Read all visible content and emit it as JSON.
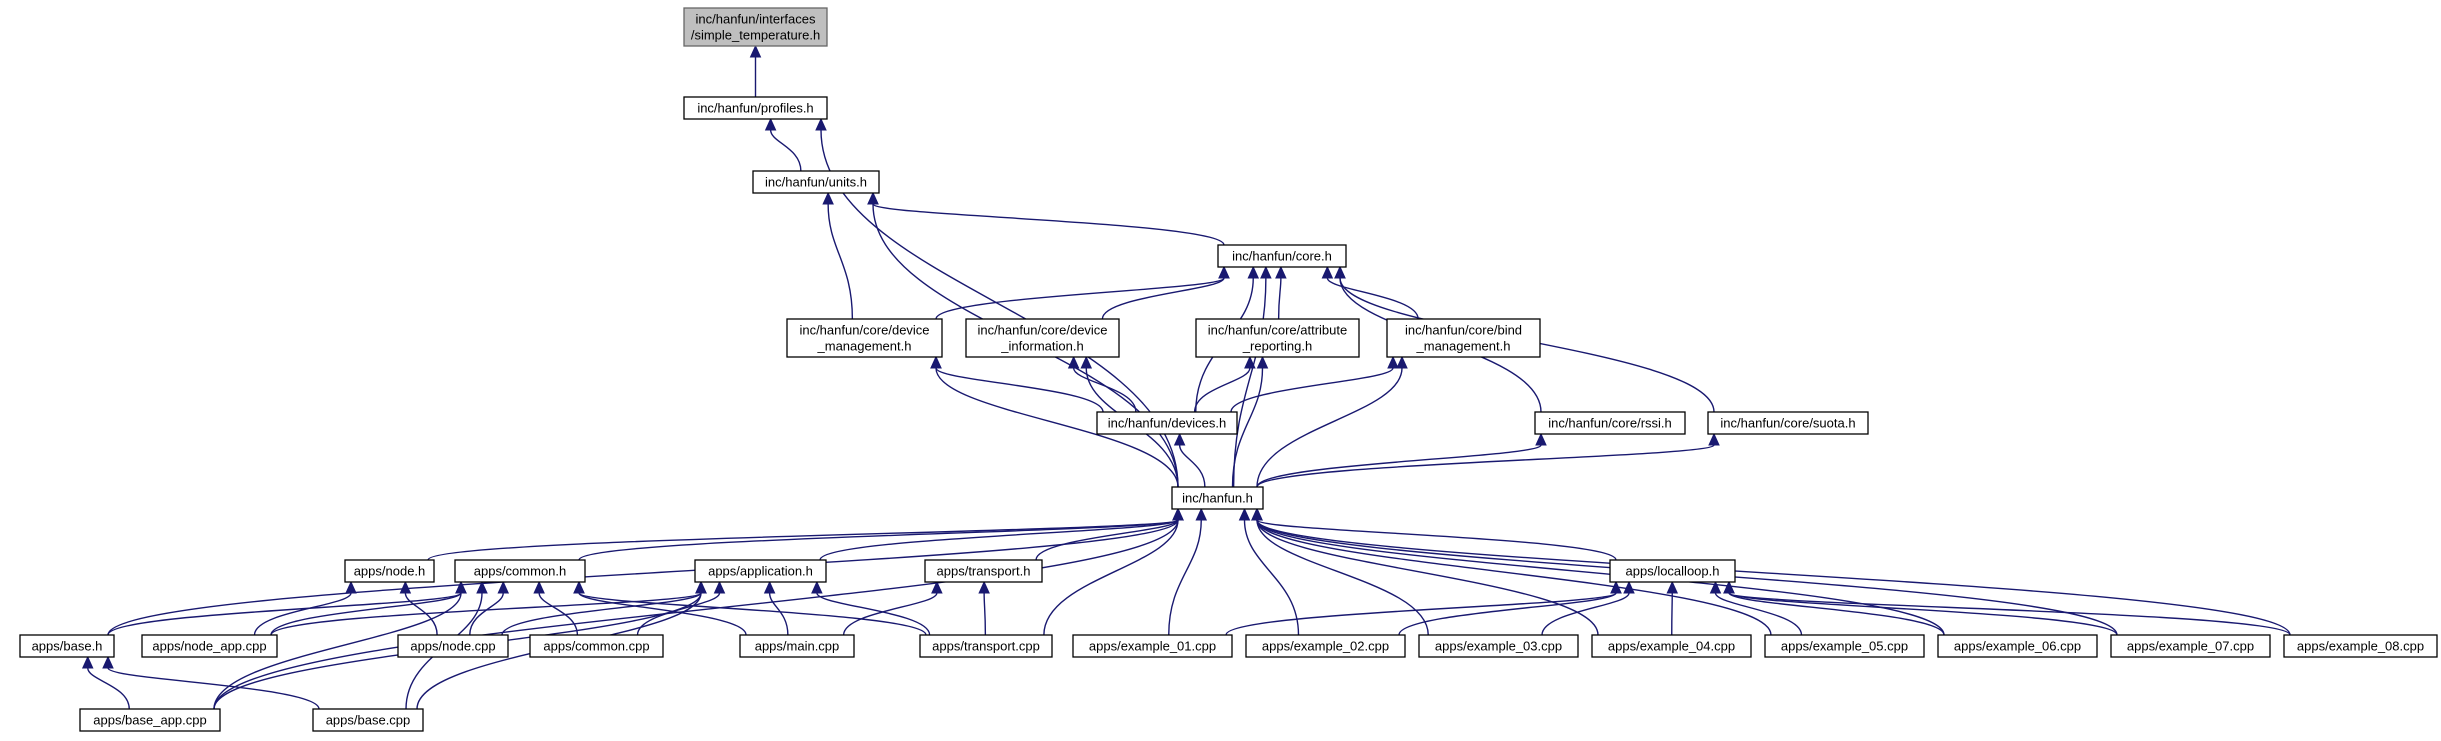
{
  "diagram": {
    "edge_color": "#191970",
    "root_fill": "#bfbfbf",
    "nodes": [
      {
        "id": "simple_temperature",
        "lines": [
          "inc/hanfun/interfaces",
          "/simple_temperature.h"
        ],
        "root": true
      },
      {
        "id": "profiles",
        "lines": [
          "inc/hanfun/profiles.h"
        ]
      },
      {
        "id": "units",
        "lines": [
          "inc/hanfun/units.h"
        ]
      },
      {
        "id": "core",
        "lines": [
          "inc/hanfun/core.h"
        ]
      },
      {
        "id": "device_management",
        "lines": [
          "inc/hanfun/core/device",
          "_management.h"
        ]
      },
      {
        "id": "device_information",
        "lines": [
          "inc/hanfun/core/device",
          "_information.h"
        ]
      },
      {
        "id": "attribute_reporting",
        "lines": [
          "inc/hanfun/core/attribute",
          "_reporting.h"
        ]
      },
      {
        "id": "bind_management",
        "lines": [
          "inc/hanfun/core/bind",
          "_management.h"
        ]
      },
      {
        "id": "devices",
        "lines": [
          "inc/hanfun/devices.h"
        ]
      },
      {
        "id": "rssi",
        "lines": [
          "inc/hanfun/core/rssi.h"
        ]
      },
      {
        "id": "suota",
        "lines": [
          "inc/hanfun/core/suota.h"
        ]
      },
      {
        "id": "hanfun",
        "lines": [
          "inc/hanfun.h"
        ]
      },
      {
        "id": "node_h",
        "lines": [
          "apps/node.h"
        ]
      },
      {
        "id": "common_h",
        "lines": [
          "apps/common.h"
        ]
      },
      {
        "id": "application_h",
        "lines": [
          "apps/application.h"
        ]
      },
      {
        "id": "transport_h",
        "lines": [
          "apps/transport.h"
        ]
      },
      {
        "id": "localloop_h",
        "lines": [
          "apps/localloop.h"
        ]
      },
      {
        "id": "base_h",
        "lines": [
          "apps/base.h"
        ]
      },
      {
        "id": "node_app_cpp",
        "lines": [
          "apps/node_app.cpp"
        ]
      },
      {
        "id": "node_cpp",
        "lines": [
          "apps/node.cpp"
        ]
      },
      {
        "id": "common_cpp",
        "lines": [
          "apps/common.cpp"
        ]
      },
      {
        "id": "main_cpp",
        "lines": [
          "apps/main.cpp"
        ]
      },
      {
        "id": "transport_cpp",
        "lines": [
          "apps/transport.cpp"
        ]
      },
      {
        "id": "example_01",
        "lines": [
          "apps/example_01.cpp"
        ]
      },
      {
        "id": "example_02",
        "lines": [
          "apps/example_02.cpp"
        ]
      },
      {
        "id": "example_03",
        "lines": [
          "apps/example_03.cpp"
        ]
      },
      {
        "id": "example_04",
        "lines": [
          "apps/example_04.cpp"
        ]
      },
      {
        "id": "example_05",
        "lines": [
          "apps/example_05.cpp"
        ]
      },
      {
        "id": "example_06",
        "lines": [
          "apps/example_06.cpp"
        ]
      },
      {
        "id": "example_07",
        "lines": [
          "apps/example_07.cpp"
        ]
      },
      {
        "id": "example_08",
        "lines": [
          "apps/example_08.cpp"
        ]
      },
      {
        "id": "base_app_cpp",
        "lines": [
          "apps/base_app.cpp"
        ]
      },
      {
        "id": "base_cpp",
        "lines": [
          "apps/base.cpp"
        ]
      }
    ],
    "edges": [
      {
        "from": "profiles",
        "to": "simple_temperature"
      },
      {
        "from": "units",
        "to": "profiles"
      },
      {
        "from": "hanfun",
        "to": "profiles"
      },
      {
        "from": "core",
        "to": "units"
      },
      {
        "from": "device_management",
        "to": "units"
      },
      {
        "from": "hanfun",
        "to": "units"
      },
      {
        "from": "device_management",
        "to": "core"
      },
      {
        "from": "device_information",
        "to": "core"
      },
      {
        "from": "attribute_reporting",
        "to": "core"
      },
      {
        "from": "bind_management",
        "to": "core"
      },
      {
        "from": "devices",
        "to": "core"
      },
      {
        "from": "rssi",
        "to": "core"
      },
      {
        "from": "suota",
        "to": "core"
      },
      {
        "from": "hanfun",
        "to": "core"
      },
      {
        "from": "devices",
        "to": "device_management"
      },
      {
        "from": "hanfun",
        "to": "device_management"
      },
      {
        "from": "devices",
        "to": "device_information"
      },
      {
        "from": "hanfun",
        "to": "device_information"
      },
      {
        "from": "devices",
        "to": "attribute_reporting"
      },
      {
        "from": "hanfun",
        "to": "attribute_reporting"
      },
      {
        "from": "devices",
        "to": "bind_management"
      },
      {
        "from": "hanfun",
        "to": "bind_management"
      },
      {
        "from": "hanfun",
        "to": "devices"
      },
      {
        "from": "hanfun",
        "to": "rssi"
      },
      {
        "from": "hanfun",
        "to": "suota"
      },
      {
        "from": "node_h",
        "to": "hanfun"
      },
      {
        "from": "common_h",
        "to": "hanfun"
      },
      {
        "from": "application_h",
        "to": "hanfun"
      },
      {
        "from": "transport_h",
        "to": "hanfun"
      },
      {
        "from": "localloop_h",
        "to": "hanfun"
      },
      {
        "from": "base_h",
        "to": "hanfun"
      },
      {
        "from": "base_app_cpp",
        "to": "hanfun"
      },
      {
        "from": "transport_cpp",
        "to": "hanfun"
      },
      {
        "from": "example_01",
        "to": "hanfun"
      },
      {
        "from": "example_02",
        "to": "hanfun"
      },
      {
        "from": "example_03",
        "to": "hanfun"
      },
      {
        "from": "example_04",
        "to": "hanfun"
      },
      {
        "from": "example_05",
        "to": "hanfun"
      },
      {
        "from": "example_06",
        "to": "hanfun"
      },
      {
        "from": "example_07",
        "to": "hanfun"
      },
      {
        "from": "example_08",
        "to": "hanfun"
      },
      {
        "from": "node_app_cpp",
        "to": "node_h"
      },
      {
        "from": "node_cpp",
        "to": "node_h"
      },
      {
        "from": "base_h",
        "to": "common_h"
      },
      {
        "from": "node_app_cpp",
        "to": "common_h"
      },
      {
        "from": "node_cpp",
        "to": "common_h"
      },
      {
        "from": "common_cpp",
        "to": "common_h"
      },
      {
        "from": "main_cpp",
        "to": "common_h"
      },
      {
        "from": "transport_cpp",
        "to": "common_h"
      },
      {
        "from": "base_app_cpp",
        "to": "common_h"
      },
      {
        "from": "base_cpp",
        "to": "common_h"
      },
      {
        "from": "node_app_cpp",
        "to": "application_h"
      },
      {
        "from": "node_cpp",
        "to": "application_h"
      },
      {
        "from": "common_cpp",
        "to": "application_h"
      },
      {
        "from": "main_cpp",
        "to": "application_h"
      },
      {
        "from": "transport_cpp",
        "to": "application_h"
      },
      {
        "from": "base_app_cpp",
        "to": "application_h"
      },
      {
        "from": "base_cpp",
        "to": "application_h"
      },
      {
        "from": "main_cpp",
        "to": "transport_h"
      },
      {
        "from": "transport_cpp",
        "to": "transport_h"
      },
      {
        "from": "example_01",
        "to": "localloop_h"
      },
      {
        "from": "example_02",
        "to": "localloop_h"
      },
      {
        "from": "example_03",
        "to": "localloop_h"
      },
      {
        "from": "example_04",
        "to": "localloop_h"
      },
      {
        "from": "example_05",
        "to": "localloop_h"
      },
      {
        "from": "example_06",
        "to": "localloop_h"
      },
      {
        "from": "example_07",
        "to": "localloop_h"
      },
      {
        "from": "example_08",
        "to": "localloop_h"
      },
      {
        "from": "base_app_cpp",
        "to": "base_h"
      },
      {
        "from": "base_cpp",
        "to": "base_h"
      }
    ]
  }
}
